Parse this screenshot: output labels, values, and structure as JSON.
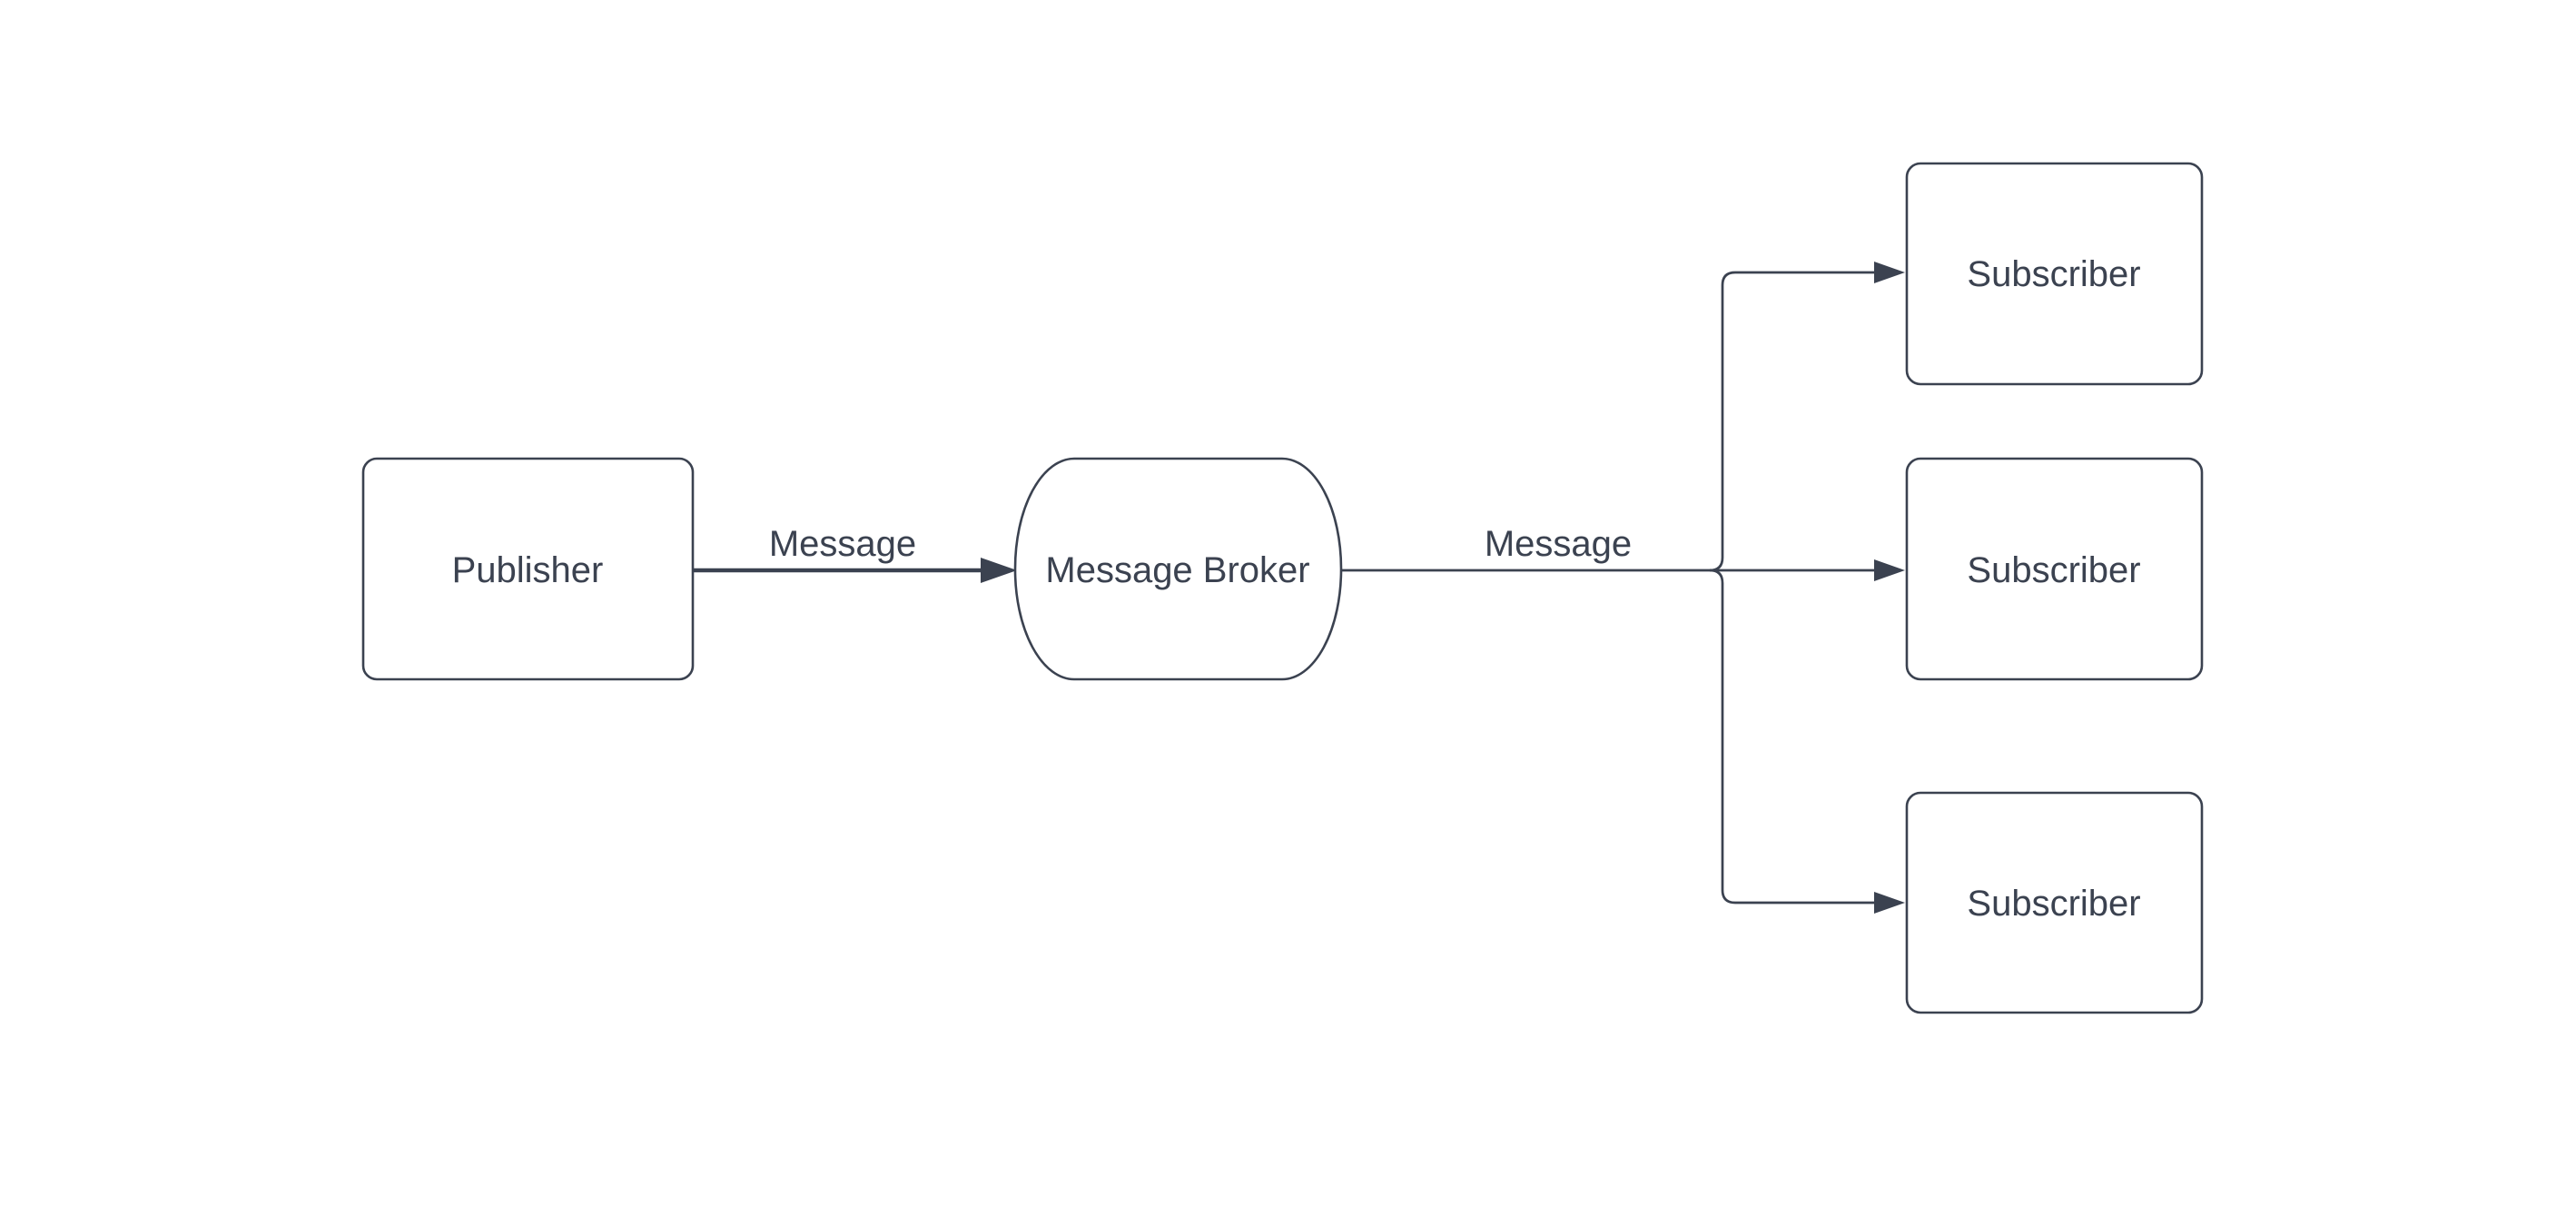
{
  "diagram": {
    "background_color": "#ffffff",
    "stroke_color": "#3b4250",
    "text_color": "#3b4250",
    "nodes": {
      "publisher": {
        "label": "Publisher",
        "shape": "rounded-rectangle"
      },
      "broker": {
        "label": "Message Broker",
        "shape": "terminator"
      },
      "subscriber_top": {
        "label": "Subscriber",
        "shape": "rounded-rectangle"
      },
      "subscriber_middle": {
        "label": "Subscriber",
        "shape": "rounded-rectangle"
      },
      "subscriber_bottom": {
        "label": "Subscriber",
        "shape": "rounded-rectangle"
      }
    },
    "edges": {
      "publisher_to_broker": {
        "label": "Message",
        "style": "bold-arrow"
      },
      "broker_to_subscribers": {
        "label": "Message",
        "style": "thin-arrow-fanout"
      }
    }
  }
}
